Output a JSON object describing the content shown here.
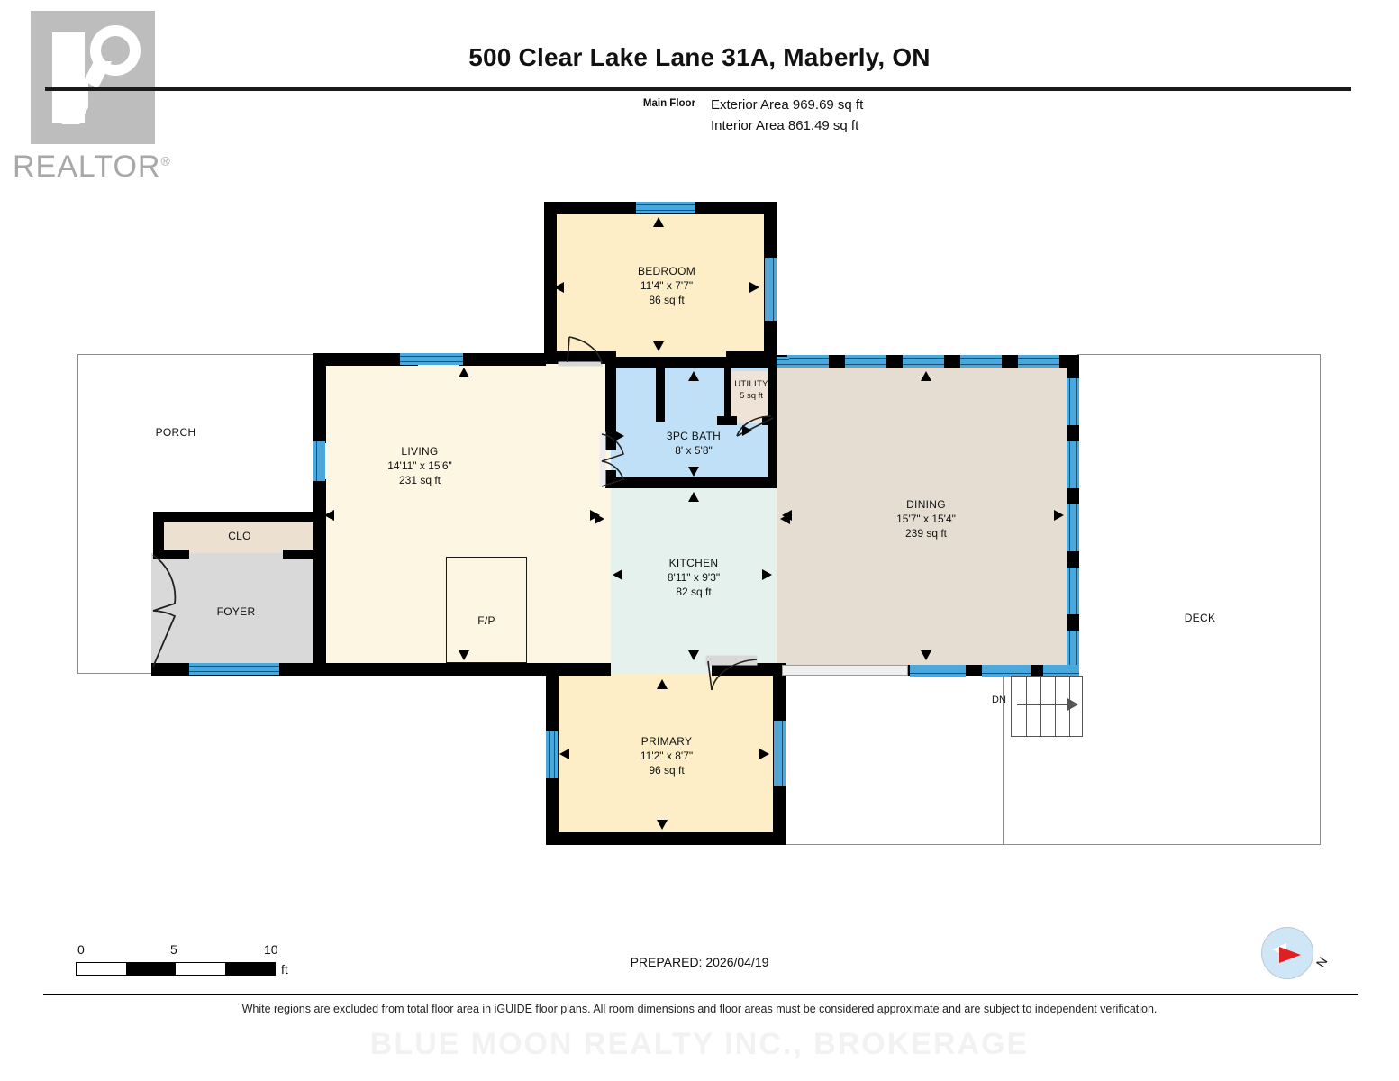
{
  "logo": {
    "brand": "REALTOR",
    "registered": "®"
  },
  "header": {
    "title": "500 Clear Lake Lane 31A, Maberly, ON",
    "floor_label": "Main Floor",
    "exterior_area": "Exterior Area 969.69 sq ft",
    "interior_area": "Interior Area 861.49 sq ft"
  },
  "rooms": [
    {
      "id": "bedroom",
      "name": "BEDROOM",
      "dim": "11'4\" x 7'7\"",
      "area": "86 sq ft",
      "fill": "#fdeec8"
    },
    {
      "id": "living",
      "name": "LIVING",
      "dim": "14'11\" x 15'6\"",
      "area": "231 sq ft",
      "fill": "#fdf6e3"
    },
    {
      "id": "bath",
      "name": "3PC BATH",
      "dim": "8' x 5'8\"",
      "area": "",
      "fill": "#bfe0f7"
    },
    {
      "id": "utility",
      "name": "UTILITY",
      "dim": "",
      "area": "5 sq ft",
      "fill": "#eee3d6"
    },
    {
      "id": "kitchen",
      "name": "KITCHEN",
      "dim": "8'11\" x 9'3\"",
      "area": "82 sq ft",
      "fill": "#e4f1ec"
    },
    {
      "id": "dining",
      "name": "DINING",
      "dim": "15'7\" x 15'4\"",
      "area": "239 sq ft",
      "fill": "#e5ddd2"
    },
    {
      "id": "primary",
      "name": "PRIMARY",
      "dim": "11'2\" x 8'7\"",
      "area": "96 sq ft",
      "fill": "#fdeec8"
    },
    {
      "id": "clo",
      "name": "CLO",
      "dim": "",
      "area": "",
      "fill": "#ece0d1"
    },
    {
      "id": "foyer",
      "name": "FOYER",
      "dim": "",
      "area": "",
      "fill": "#d9d9d9"
    },
    {
      "id": "porch",
      "name": "PORCH",
      "dim": "",
      "area": "",
      "fill": "#ffffff"
    },
    {
      "id": "deck",
      "name": "DECK",
      "dim": "",
      "area": "",
      "fill": "#ffffff"
    }
  ],
  "features": {
    "fireplace_label": "F/P",
    "stairs_label": "DN"
  },
  "scale": {
    "ticks": [
      "0",
      "5",
      "10"
    ],
    "unit": "ft"
  },
  "compass": {
    "north_label": "N"
  },
  "footer": {
    "prepared": "PREPARED: 2026/04/19",
    "disclaimer": "White regions are excluded from total floor area in iGUIDE floor plans. All room dimensions and floor areas must be considered approximate and are subject to independent verification.",
    "watermark": "BLUE MOON REALTY INC., BROKERAGE"
  },
  "colors": {
    "wall": "#000000",
    "window": "#4aa8dd",
    "accent_red": "#e02020",
    "logo_gray": "#bdbdbd"
  }
}
